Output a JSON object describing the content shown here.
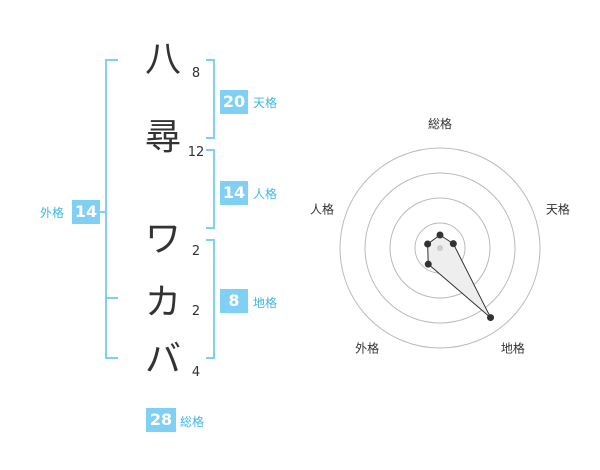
{
  "characters": [
    {
      "char": "八",
      "strokes": "8"
    },
    {
      "char": "尋",
      "strokes": "12"
    },
    {
      "char": "ワ",
      "strokes": "2"
    },
    {
      "char": "カ",
      "strokes": "2"
    },
    {
      "char": "バ",
      "strokes": "4"
    }
  ],
  "kaku": {
    "tenkaku": {
      "value": "20",
      "label": "天格"
    },
    "jinkaku": {
      "value": "14",
      "label": "人格"
    },
    "chikaku": {
      "value": "8",
      "label": "地格"
    },
    "gaikaku": {
      "value": "14",
      "label": "外格"
    },
    "soukaku": {
      "value": "28",
      "label": "総格"
    }
  },
  "colors": {
    "bracket": "#80cff5",
    "badge_bg": "#80cff5",
    "badge_label": "#40b7e8",
    "text": "#333333",
    "radar_ring": "#bbbbbb",
    "radar_fill": "#eeeeee",
    "radar_line": "#333333"
  },
  "chart_data": {
    "type": "radar",
    "axes": [
      "総格",
      "天格",
      "地格",
      "外格",
      "人格"
    ],
    "rings": 4,
    "values": [
      0.13,
      0.14,
      0.86,
      0.2,
      0.13
    ]
  }
}
